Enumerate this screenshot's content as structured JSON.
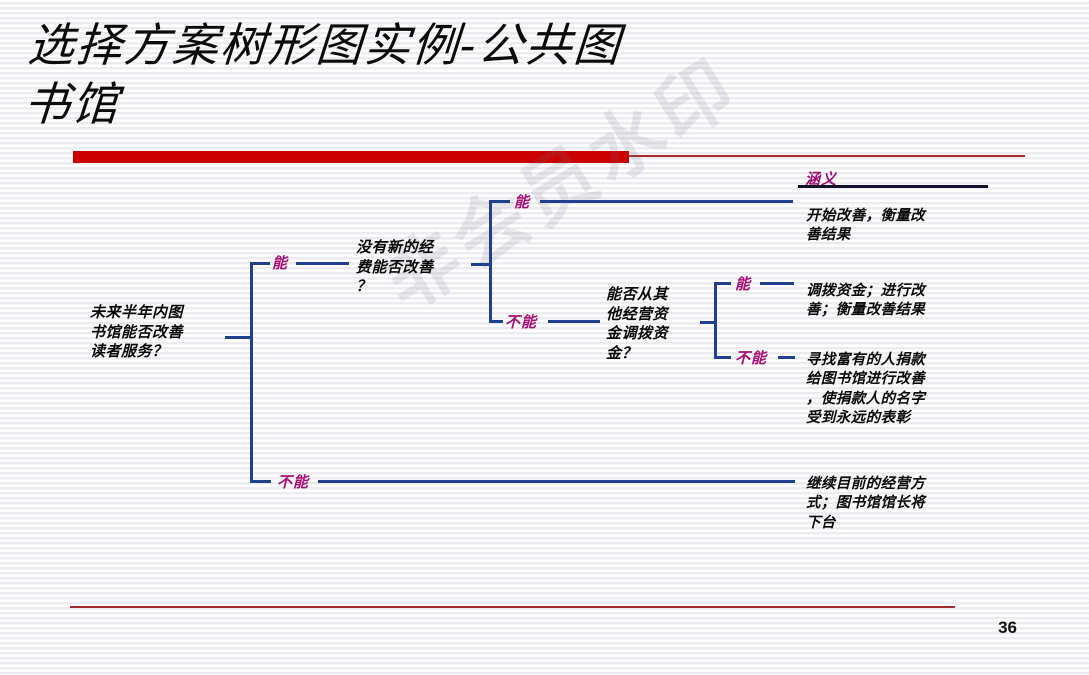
{
  "slide": {
    "title": "选择方案树形图实例-公共图\n书馆",
    "page_number": "36",
    "watermark": "非会员水印",
    "accent_red": "#cc0000",
    "rule_red": "#a52a2a",
    "line_blue": "#20408f",
    "label_purple": "#aa0e73"
  },
  "tree": {
    "root": {
      "text": "未来半年内图\n书馆能否改善\n读者服务？"
    },
    "level1": {
      "yes_label": "能",
      "no_label": "不能"
    },
    "node_q2": {
      "text": "没有新的经\n费能否改善\n？"
    },
    "level2": {
      "yes_label": "能",
      "no_label": "不能"
    },
    "node_q3": {
      "text": "能否从其\n他经营资\n金调拨资\n金？"
    },
    "level3": {
      "yes_label": "能",
      "no_label": "不能"
    }
  },
  "meanings": {
    "header": "涵义",
    "items": [
      {
        "text": "开始改善，衡量改\n善结果"
      },
      {
        "text": "调拨资金；进行改\n善；衡量改善结果"
      },
      {
        "text": "寻找富有的人捐款\n给图书馆进行改善\n，使捐款人的名字\n受到永远的表彰"
      },
      {
        "text": "继续目前的经营方\n式；图书馆馆长将\n下台"
      }
    ]
  }
}
